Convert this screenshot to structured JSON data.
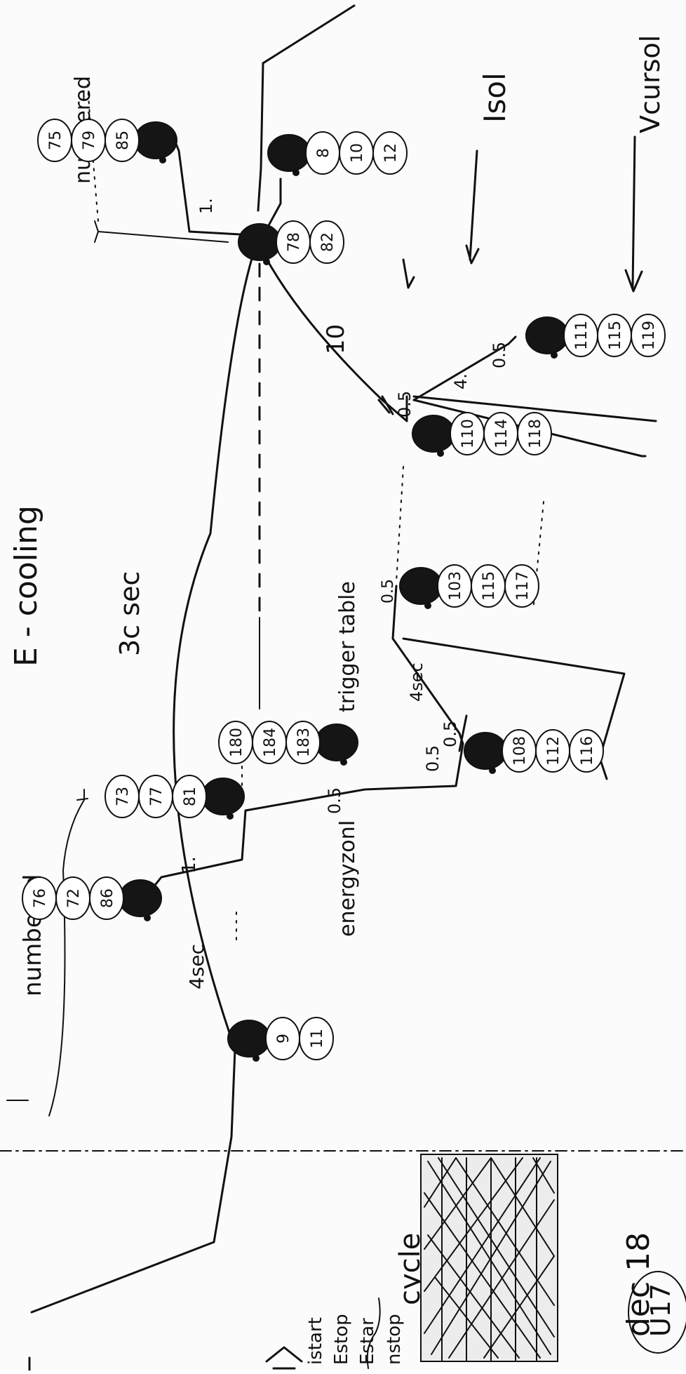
{
  "title": "E - cooling",
  "annotations": {
    "time_span": "3c sec",
    "energy_zone": "energyzonI",
    "trigger": "trigger table",
    "ten": "10",
    "i_sol": "Isol",
    "v_cursol": "Vcursol",
    "numbered_left": "numbered",
    "numbered_right": "numbered",
    "date": "dec 18",
    "circled_code": "U17",
    "cycle": "cycle",
    "cycle_rows": [
      "istart",
      "Estop",
      "Estar",
      "nstop"
    ]
  },
  "timings": {
    "t1": "4sec",
    "t2": "1.",
    "t3": "0.5",
    "t4": "0.5",
    "t5": "0.5",
    "t6": "0.5",
    "t7": "4sec",
    "t8": "0.5",
    "t9": "0.5",
    "t10": "4.",
    "t11": "0.5",
    "t12": "1."
  },
  "stacks": {
    "s1": [
      "86",
      "72",
      "76"
    ],
    "s2": [
      "81",
      "77",
      "73"
    ],
    "s3": [
      "183",
      "184",
      "180"
    ],
    "s4": [
      "9",
      "11"
    ],
    "s5": [
      "108",
      "112",
      "116"
    ],
    "s6": [
      "103",
      "115",
      "117"
    ],
    "s7": [
      "110",
      "114",
      "118"
    ],
    "s8": [
      "111",
      "115",
      "119"
    ],
    "s9": [
      "78",
      "82"
    ],
    "s10": [
      "8",
      "10",
      "12"
    ],
    "s11": [
      "85",
      "79",
      "75"
    ]
  }
}
